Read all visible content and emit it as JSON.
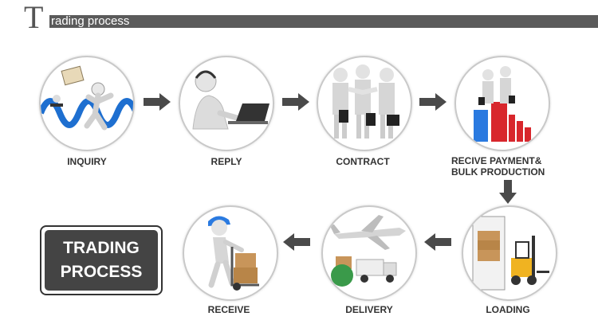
{
  "header": {
    "initial": "T",
    "title": "rading process"
  },
  "steps": [
    {
      "label": "INQUIRY"
    },
    {
      "label": "REPLY"
    },
    {
      "label": "CONTRACT"
    },
    {
      "label": "RECIVE PAYMENT&\nBULK PRODUCTION"
    },
    {
      "label": "LOADING"
    },
    {
      "label": "DELIVERY"
    },
    {
      "label": "RECEIVE"
    }
  ],
  "badge": {
    "line1": "TRADING",
    "line2": "PROCESS"
  },
  "colors": {
    "arrow": "#4a4a4a",
    "accent_blue": "#1e6fd0",
    "accent_red": "#d8262c"
  }
}
